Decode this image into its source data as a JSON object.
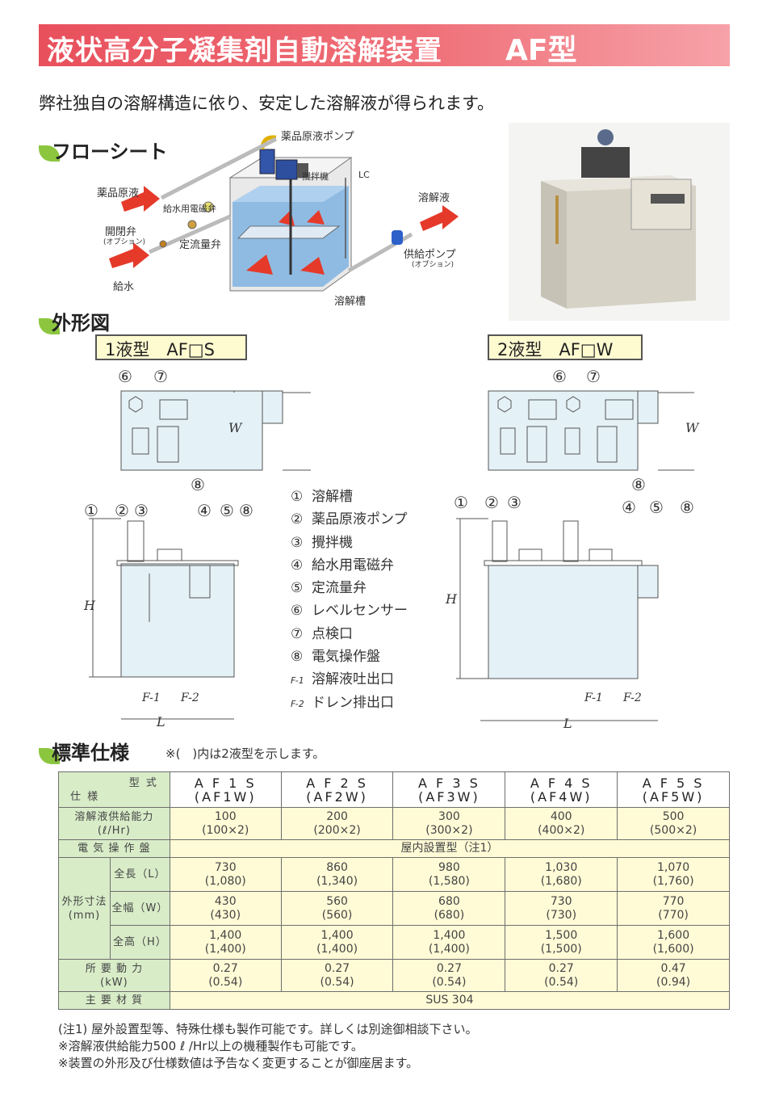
{
  "header": {
    "title": "液状高分子凝集剤自動溶解装置",
    "model": "AF型",
    "lead": "弊社独自の溶解構造に依り、安定した溶解液が得られます。"
  },
  "flow_sheet": {
    "heading": "フローシート",
    "labels": {
      "pump": "薬品原液ポンプ",
      "mixer": "攪拌機",
      "lc": "LC",
      "chem": "薬品原液",
      "solenoid": "給水用電磁弁",
      "valve_open": "開閉弁",
      "option": "(オプション)",
      "flow_valve": "定流量弁",
      "water": "給水",
      "solution": "溶解液",
      "feed_pump": "供給ポンプ",
      "feed_option": "(オプション)",
      "tank": "溶解槽"
    }
  },
  "outline": {
    "heading": "外形図",
    "type1": "1液型　AF□S",
    "type2": "2液型　AF□W",
    "dims": {
      "w": "W",
      "h": "H",
      "l": "L",
      "f1": "F-1",
      "f2": "F-2"
    },
    "markers": {
      "m1": "①",
      "m2": "②",
      "m3": "③",
      "m4": "④",
      "m5": "⑤",
      "m6": "⑥",
      "m7": "⑦",
      "m8": "⑧"
    },
    "legend": [
      {
        "num": "①",
        "text": "溶解槽"
      },
      {
        "num": "②",
        "text": "薬品原液ポンプ"
      },
      {
        "num": "③",
        "text": "攪拌機"
      },
      {
        "num": "④",
        "text": "給水用電磁弁"
      },
      {
        "num": "⑤",
        "text": "定流量弁"
      },
      {
        "num": "⑥",
        "text": "レベルセンサー"
      },
      {
        "num": "⑦",
        "text": "点検口"
      },
      {
        "num": "⑧",
        "text": "電気操作盤"
      },
      {
        "num": "F-1",
        "text": "溶解液吐出口"
      },
      {
        "num": "F-2",
        "text": "ドレン排出口"
      }
    ]
  },
  "spec": {
    "heading": "標準仕様",
    "note": "※(　)内は2液型を示します。",
    "corner_top": "型 式",
    "corner_bottom": "仕 様",
    "models": [
      {
        "name": "A F 1 S",
        "alt": "(AF1W)"
      },
      {
        "name": "A F 2 S",
        "alt": "(AF2W)"
      },
      {
        "name": "A F 3 S",
        "alt": "(AF3W)"
      },
      {
        "name": "A F 4 S",
        "alt": "(AF4W)"
      },
      {
        "name": "A F 5 S",
        "alt": "(AF5W)"
      }
    ],
    "capacity_label": "溶解液供給能力",
    "capacity_unit": "(ℓ/Hr)",
    "capacity": [
      {
        "v": "100",
        "w": "(100×2)"
      },
      {
        "v": "200",
        "w": "(200×2)"
      },
      {
        "v": "300",
        "w": "(300×2)"
      },
      {
        "v": "400",
        "w": "(400×2)"
      },
      {
        "v": "500",
        "w": "(500×2)"
      }
    ],
    "panel_label": "電 気 操 作 盤",
    "panel_value": "屋内設置型（注1）",
    "dim_label": "外形寸法",
    "dim_unit": "(mm)",
    "length_label": "全長（L）",
    "width_label": "全幅（W）",
    "height_label": "全高（H）",
    "length": [
      {
        "v": "730",
        "w": "(1,080)"
      },
      {
        "v": "860",
        "w": "(1,340)"
      },
      {
        "v": "980",
        "w": "(1,580)"
      },
      {
        "v": "1,030",
        "w": "(1,680)"
      },
      {
        "v": "1,070",
        "w": "(1,760)"
      }
    ],
    "width": [
      {
        "v": "430",
        "w": "(430)"
      },
      {
        "v": "560",
        "w": "(560)"
      },
      {
        "v": "680",
        "w": "(680)"
      },
      {
        "v": "730",
        "w": "(730)"
      },
      {
        "v": "770",
        "w": "(770)"
      }
    ],
    "height": [
      {
        "v": "1,400",
        "w": "(1,400)"
      },
      {
        "v": "1,400",
        "w": "(1,400)"
      },
      {
        "v": "1,400",
        "w": "(1,400)"
      },
      {
        "v": "1,500",
        "w": "(1,500)"
      },
      {
        "v": "1,600",
        "w": "(1,600)"
      }
    ],
    "power_label": "所 要 動 力",
    "power_unit": "(kW)",
    "power": [
      {
        "v": "0.27",
        "w": "(0.54)"
      },
      {
        "v": "0.27",
        "w": "(0.54)"
      },
      {
        "v": "0.27",
        "w": "(0.54)"
      },
      {
        "v": "0.27",
        "w": "(0.54)"
      },
      {
        "v": "0.47",
        "w": "(0.94)"
      }
    ],
    "material_label": "主 要 材 質",
    "material_value": "SUS 304"
  },
  "notes": [
    "(注1) 屋外設置型等、特殊仕様も製作可能です。詳しくは別途御相談下さい。",
    "※溶解液供給能力500 ℓ /Hr以上の機種製作も可能です。",
    "※装置の外形及び仕様数値は予告なく変更することが御座居ます。"
  ],
  "colors": {
    "title_bar": "#e8505c",
    "accent_leaf": "#8cc63f",
    "table_label": "#d8ecc8",
    "table_value": "#fffbd6",
    "arrow_red": "#e53a2a",
    "water_blue": "#6fa9dc"
  }
}
